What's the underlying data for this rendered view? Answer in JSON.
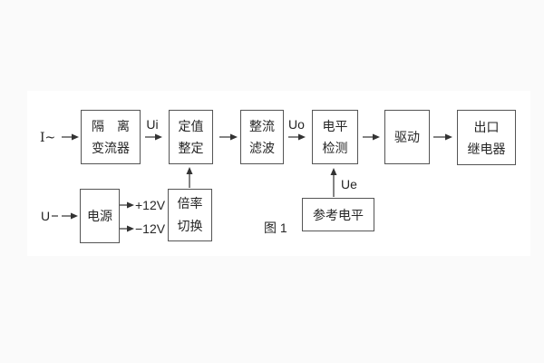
{
  "theme": {
    "page-bg": "#fafafa",
    "panel-bg": "#ffffff",
    "ink": "#262626",
    "border-color": "#555555",
    "line-color": "#333333"
  },
  "figure": {
    "caption": "图 1"
  },
  "blocks": {
    "isolation_transformer": {
      "line1": "隔　离",
      "line2": "变流器"
    },
    "setting_adjust": {
      "line1": "定值",
      "line2": "整定"
    },
    "rectify_filter": {
      "line1": "整流",
      "line2": "滤波"
    },
    "level_detect": {
      "line1": "电平",
      "line2": "检测"
    },
    "drive": {
      "line1": "驱动"
    },
    "output_relay": {
      "line1": "出口",
      "line2": "继电器"
    },
    "power_supply": {
      "line1": "电源"
    },
    "ratio_switch": {
      "line1": "倍率",
      "line2": "切换"
    },
    "reference_level": {
      "line1": "参考电平"
    }
  },
  "labels": {
    "input_current": "I~",
    "input_voltage": "U",
    "ui": "Ui",
    "uo": "Uo",
    "ue": "Ue",
    "plus12v": "+12V",
    "minus12v": "−12V"
  }
}
